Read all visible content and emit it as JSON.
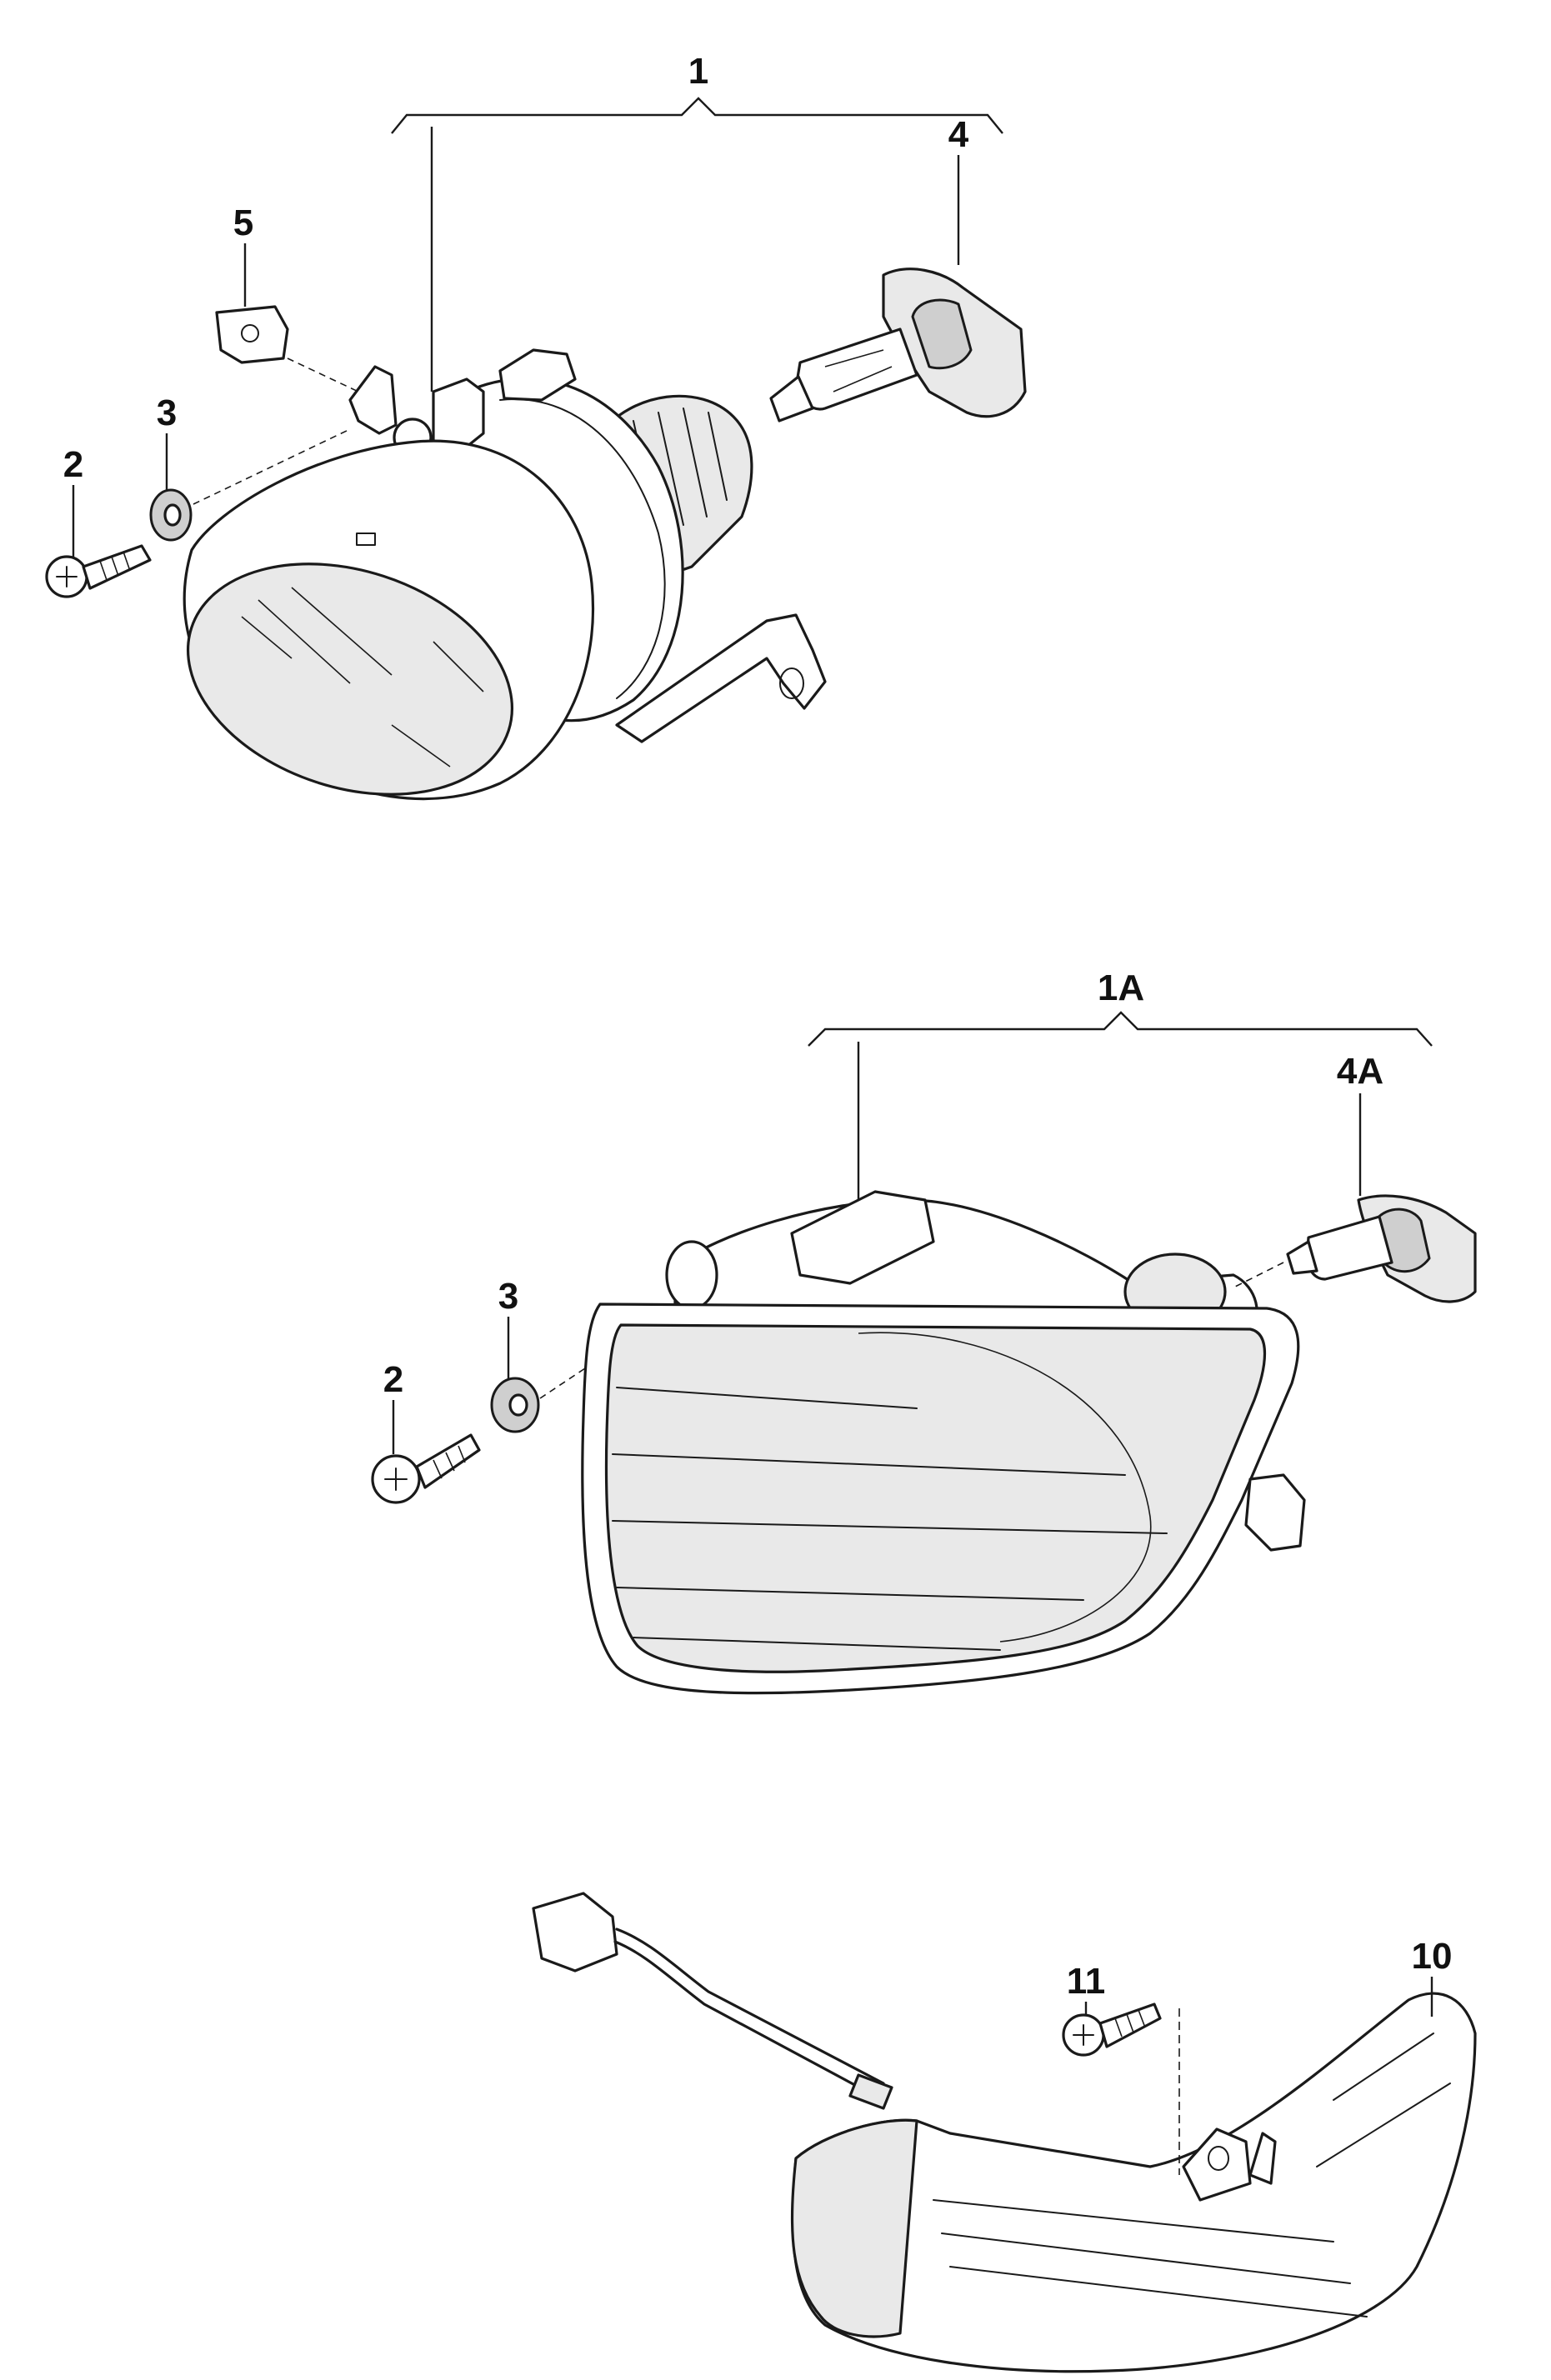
{
  "callouts": {
    "c1": "1",
    "c2_top": "2",
    "c3_top": "3",
    "c4": "4",
    "c5": "5",
    "c1A": "1A",
    "c4A": "4A",
    "c2_mid": "2",
    "c3_mid": "3",
    "c10": "10",
    "c11": "11"
  }
}
